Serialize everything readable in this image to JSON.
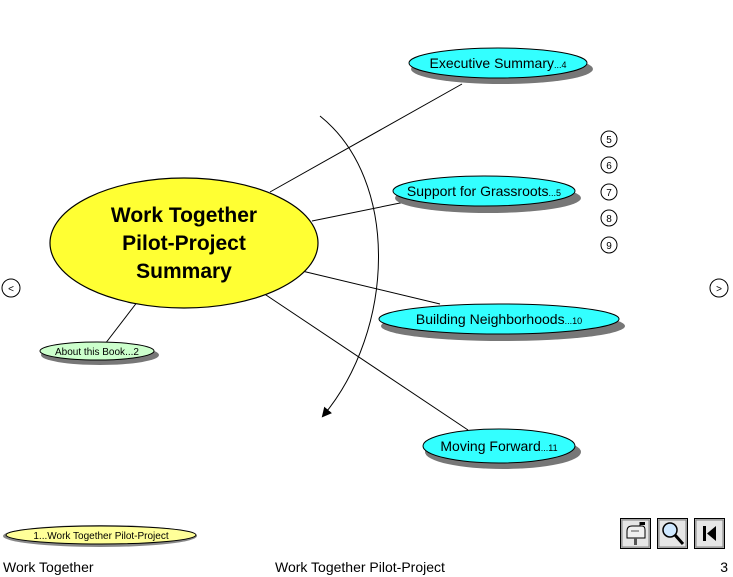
{
  "main_topic": {
    "lines": [
      "Work Together",
      "Pilot-Project",
      "Summary"
    ]
  },
  "branches": [
    {
      "label": "Executive Summary",
      "page": "...4"
    },
    {
      "label": "Support for Grassroots",
      "page": "...5"
    },
    {
      "label": "Building Neighborhoods",
      "page": "...10"
    },
    {
      "label": "Moving Forward",
      "page": "...11"
    }
  ],
  "about_node": {
    "label": "About this Book",
    "page": "...2"
  },
  "subpages": [
    "5",
    "6",
    "7",
    "8",
    "9"
  ],
  "nav": {
    "prev": "<",
    "next": ">"
  },
  "breadcrumb_node": {
    "label": "1...Work Together Pilot-Project"
  },
  "footer": {
    "left": "Work Together",
    "center": "Work Together Pilot-Project",
    "page_number": "3"
  },
  "colors": {
    "main": "#ffff33",
    "branch": "#33ffff",
    "about": "#ccffcc",
    "crumb": "#ffff99"
  },
  "icons": [
    "mailbox-icon",
    "magnifier-icon",
    "first-page-icon"
  ]
}
